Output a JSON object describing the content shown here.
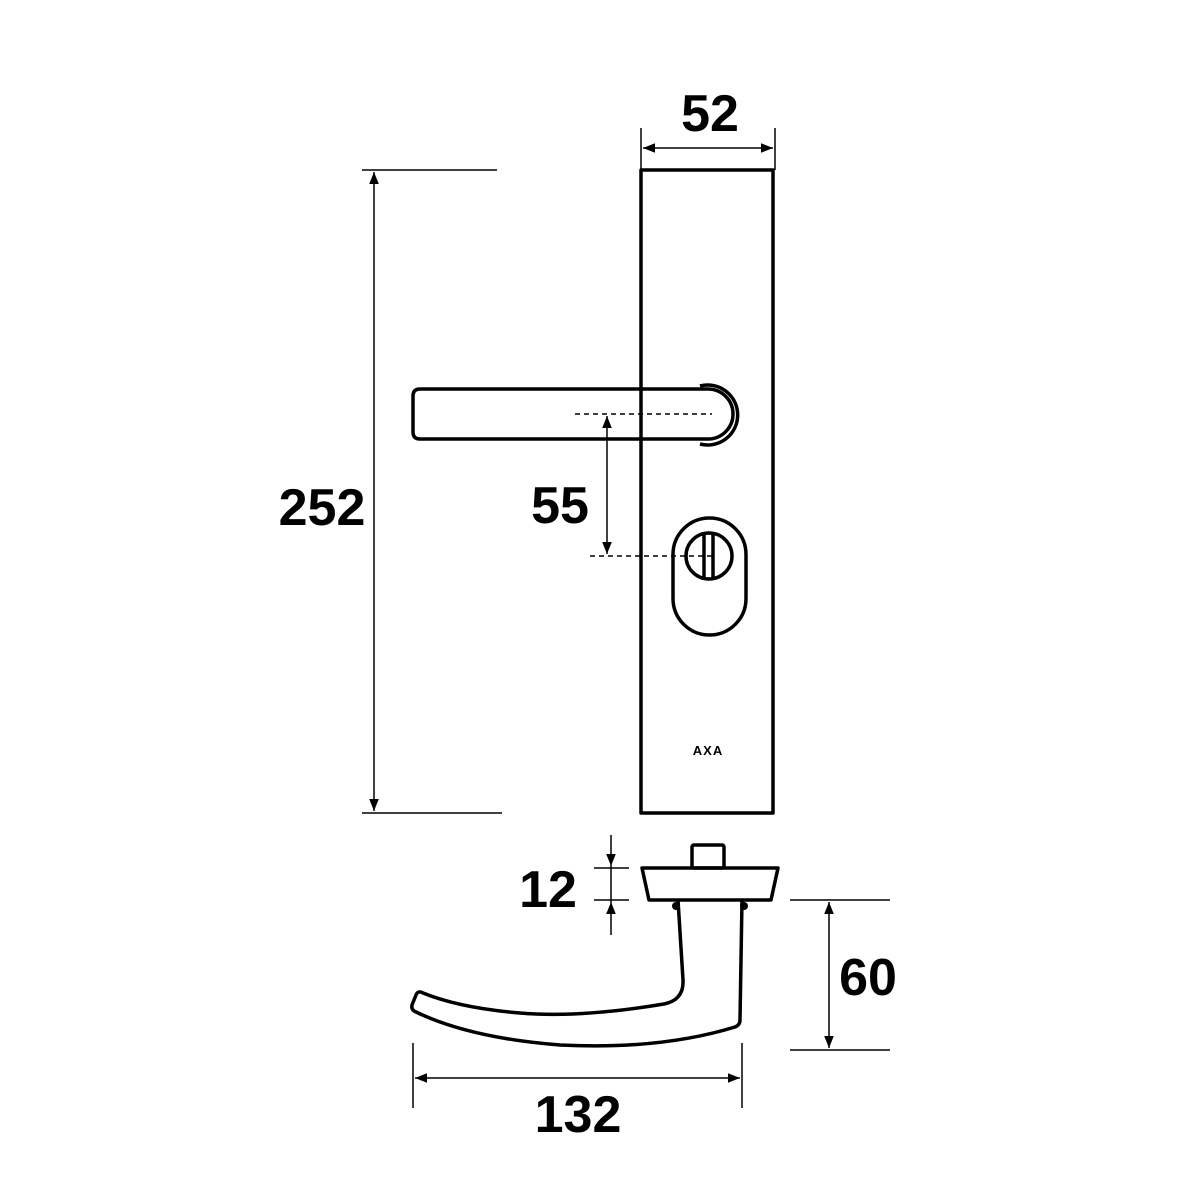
{
  "dimensions": {
    "plate_width": "52",
    "plate_height": "252",
    "handle_to_cylinder": "55",
    "rose_thickness": "12",
    "handle_projection": "60",
    "handle_length": "132"
  },
  "brand": "AXA",
  "colors": {
    "line": "#000000",
    "background": "#ffffff"
  }
}
